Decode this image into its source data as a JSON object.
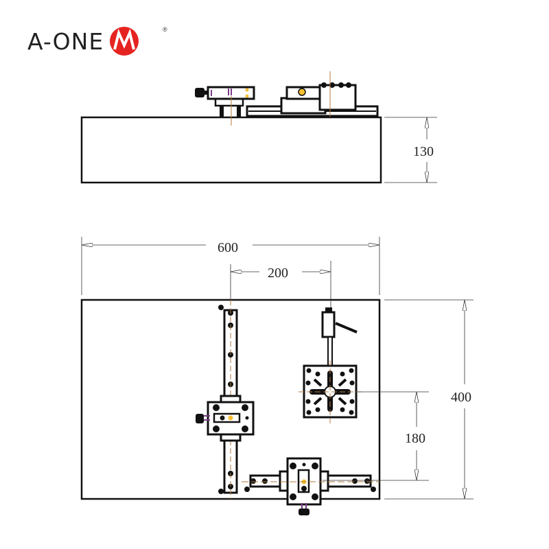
{
  "brand": {
    "name": "A-ONE",
    "registered": "®",
    "color": "#e52421"
  },
  "dimensions": {
    "height": "130",
    "width": "600",
    "offset_x": "200",
    "depth": "400",
    "offset_y": "180"
  },
  "colors": {
    "line": "#111111",
    "centerline": "#b07a3c",
    "highlight": "#f5c030",
    "accent_purple": "#7a3a86"
  }
}
